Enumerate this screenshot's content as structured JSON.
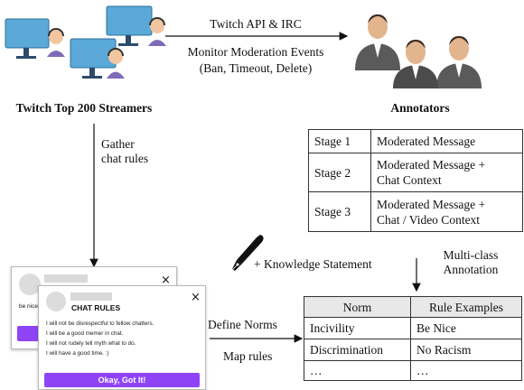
{
  "streamers": {
    "label": "Twitch Top 200 Streamers",
    "icon": "streamer-monitor-icon"
  },
  "annotators": {
    "label": "Annotators",
    "icon": "business-people-icon"
  },
  "arrow_top": {
    "line1": "Twitch API & IRC",
    "line2": "Monitor Moderation Events",
    "line3": "(Ban, Timeout, Delete)"
  },
  "gather": {
    "line1": "Gather",
    "line2": "chat rules"
  },
  "stages": [
    {
      "stage": "Stage 1",
      "desc_lines": [
        "Moderated Message"
      ]
    },
    {
      "stage": "Stage 2",
      "desc_lines": [
        "Moderated Message +",
        "Chat Context"
      ]
    },
    {
      "stage": "Stage 3",
      "desc_lines": [
        "Moderated Message +",
        "Chat / Video Context"
      ]
    }
  ],
  "multiclass": {
    "line1": "Multi-class",
    "line2": "Annotation"
  },
  "knowledge": {
    "label": "+ Knowledge Statement",
    "icon": "fountain-pen-icon"
  },
  "define_norms": "Define Norms",
  "map_rules": "Map rules",
  "chat_card_back": {
    "partial_text": "be nice",
    "close": "×"
  },
  "chat_card": {
    "title": "CHAT RULES",
    "close": "×",
    "rules": [
      "I will not be disrespectful to fellow chatters.",
      "I will be a good memer in chat.",
      "I will not rudely tell myth what to do.",
      "I will have a good time. :)"
    ],
    "button": "Okay, Got It!",
    "accent": "#8e44f5"
  },
  "norm_table": {
    "headers": [
      "Norm",
      "Rule Examples"
    ],
    "rows": [
      [
        "Incivility",
        "Be Nice"
      ],
      [
        "Discrimination",
        "No Racism"
      ],
      [
        "…",
        "…"
      ]
    ]
  }
}
